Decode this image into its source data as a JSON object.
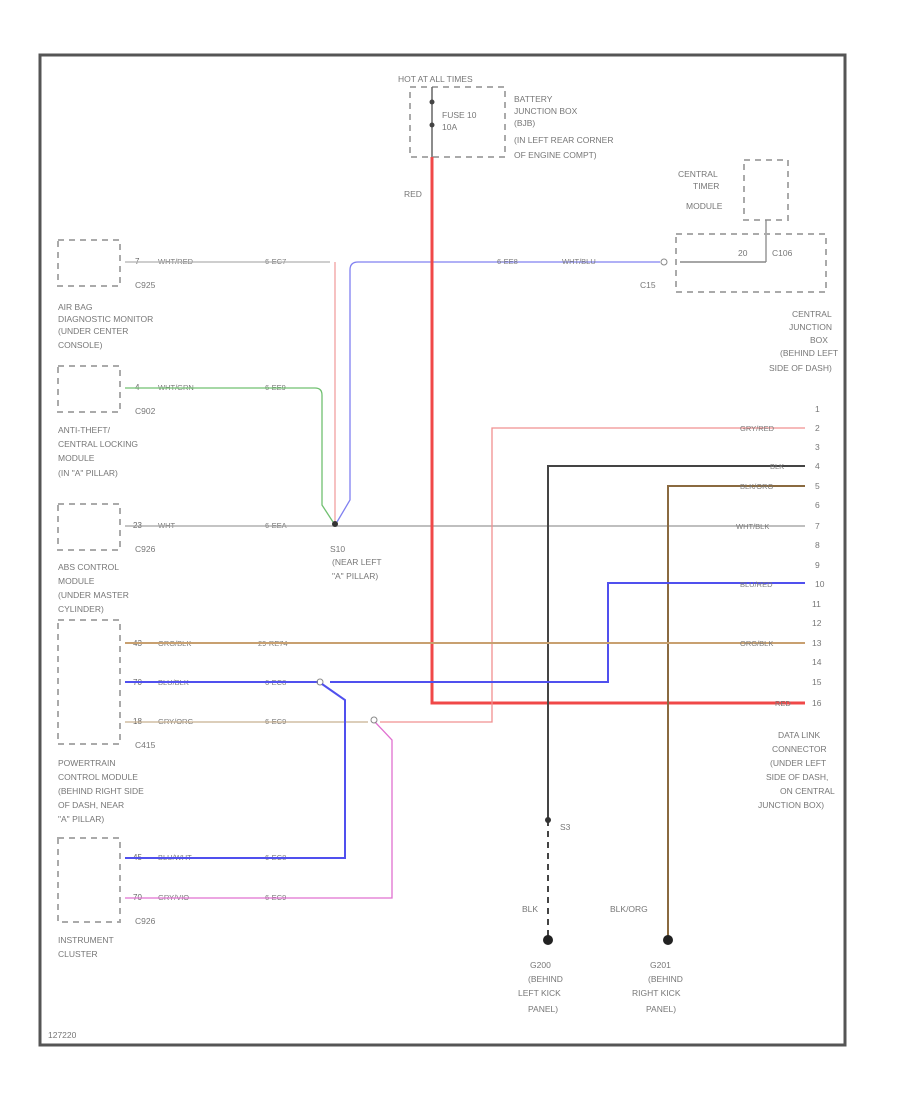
{
  "diagram": {
    "page_ref": "127220",
    "top": {
      "hot_label": "HOT AT ALL TIMES",
      "fuse": "FUSE 10",
      "fuse_amp": "10A",
      "battery_box": [
        "BATTERY",
        "JUNCTION BOX",
        "(BJB)",
        "(IN LEFT REAR CORNER",
        "OF ENGINE COMPT)"
      ],
      "red_label": "RED"
    },
    "central_timer": [
      "CENTRAL",
      "TIMER",
      "MODULE"
    ],
    "cjb": {
      "connector": "C106",
      "pin": "20",
      "splice": "C15",
      "text": [
        "CENTRAL",
        "JUNCTION",
        "BOX",
        "(BEHIND LEFT",
        "SIDE OF DASH)"
      ]
    },
    "airbag": {
      "pin": "7",
      "wire": "WHT/RED",
      "conn": "C925",
      "circuit": "6-EC7",
      "text": [
        "AIR BAG",
        "DIAGNOSTIC MONITOR",
        "(UNDER CENTER",
        "CONSOLE)"
      ]
    },
    "antitheft": {
      "pin": "4",
      "wire": "WHT/GRN",
      "conn": "C902",
      "circuit": "6-EE9",
      "text": [
        "ANTI-THEFT/",
        "CENTRAL LOCKING",
        "MODULE",
        "(IN \"A\" PILLAR)"
      ]
    },
    "abs": {
      "pin": "23",
      "wire": "WHT",
      "conn": "C926",
      "circuit": "6-EEA",
      "text": [
        "ABS CONTROL",
        "MODULE",
        "(UNDER MASTER",
        "CYLINDER)"
      ]
    },
    "splice_s10": {
      "name": "S10",
      "text": [
        "(NEAR LEFT",
        "\"A\" PILLAR)"
      ]
    },
    "cjb_wire": {
      "circuit": "6-EE8",
      "wire": "WHT/BLU"
    },
    "pcm": {
      "rows": [
        {
          "pin": "43",
          "wire": "ORG/BLK",
          "circuit": "29-RE74"
        },
        {
          "pin": "70",
          "wire": "BLU/BLK",
          "circuit": "6-EC8"
        },
        {
          "pin": "18",
          "wire": "GRY/ORG",
          "circuit": "6-EC9"
        }
      ],
      "conn": "C415",
      "text": [
        "POWERTRAIN",
        "CONTROL MODULE",
        "(BEHIND RIGHT SIDE",
        "OF DASH, NEAR",
        "\"A\" PILLAR)"
      ]
    },
    "cluster": {
      "rows": [
        {
          "pin": "45",
          "wire": "BLU/WHT",
          "circuit": "6-EC8"
        },
        {
          "pin": "70",
          "wire": "GRY/VIO",
          "circuit": "6-EC9"
        }
      ],
      "conn": "C926",
      "text": [
        "INSTRUMENT",
        "CLUSTER"
      ]
    },
    "dlc": {
      "pins": [
        "1",
        "2",
        "3",
        "4",
        "5",
        "6",
        "7",
        "8",
        "9",
        "10",
        "11",
        "12",
        "13",
        "14",
        "15",
        "16"
      ],
      "wires": [
        {
          "pin": "2",
          "wire": "GRY/RED"
        },
        {
          "pin": "4",
          "wire": "BLK"
        },
        {
          "pin": "5",
          "wire": "BLK/ORG"
        },
        {
          "pin": "7",
          "wire": "WHT/BLK"
        },
        {
          "pin": "10",
          "wire": "BLU/RED"
        },
        {
          "pin": "13",
          "wire": "ORG/BLK"
        },
        {
          "pin": "16",
          "wire": "RED"
        }
      ],
      "text": [
        "DATA LINK",
        "CONNECTOR",
        "(UNDER LEFT",
        "SIDE OF DASH,",
        "ON CENTRAL",
        "JUNCTION BOX)"
      ]
    },
    "grounds": {
      "splice": "S3",
      "g1": {
        "wire": "BLK",
        "name": "G200",
        "text": [
          "(BEHIND",
          "LEFT KICK",
          "PANEL)"
        ]
      },
      "g2": {
        "wire": "BLK/ORG",
        "name": "G201",
        "text": [
          "(BEHIND",
          "RIGHT KICK",
          "PANEL)"
        ]
      }
    },
    "colors": {
      "red": "#f04848",
      "red_light": "#f0a0a0",
      "blue": "#5050ee",
      "blue_light": "#a0a0f5",
      "green": "#70c070",
      "orange": "#c8a070",
      "gray": "#a0a0a0",
      "black": "#444444",
      "brown": "#8a6a40",
      "pink": "#e070d0"
    }
  }
}
